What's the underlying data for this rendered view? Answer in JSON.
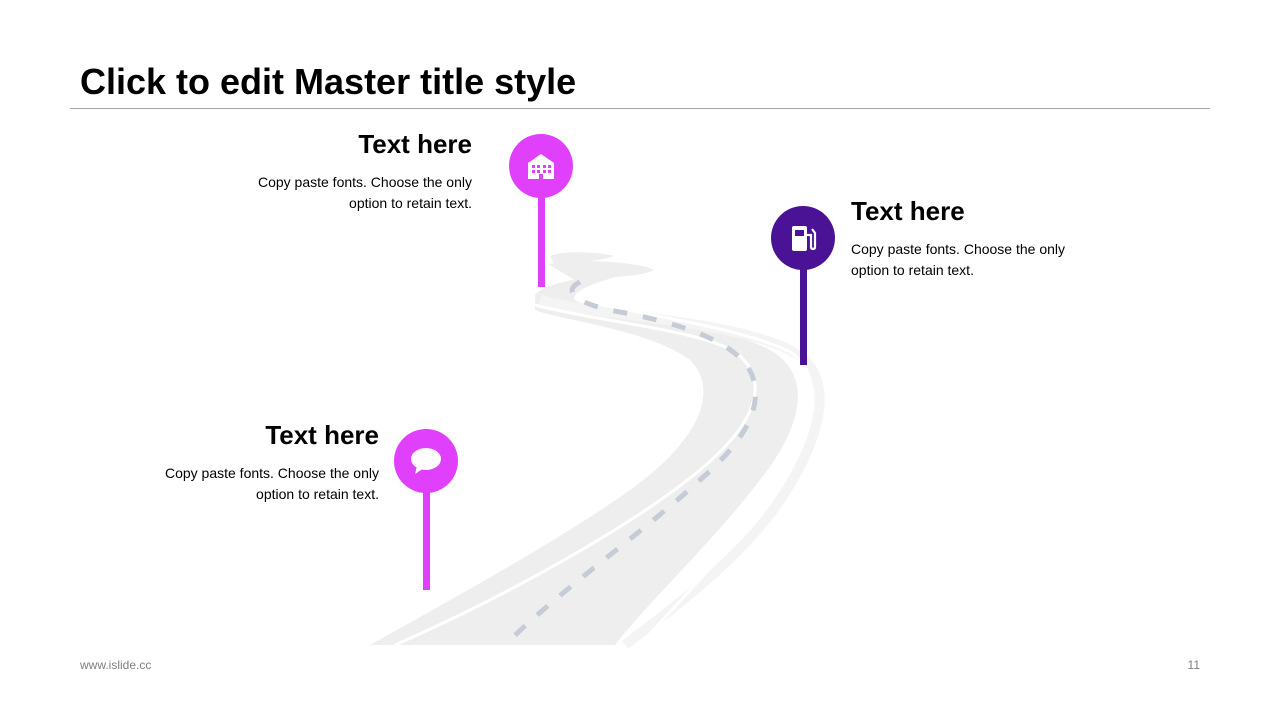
{
  "title": "Click to edit Master title style",
  "items": [
    {
      "heading": "Text here",
      "body": "Copy paste fonts. Choose the only option to retain text.",
      "icon": "building-icon",
      "color": "#e040fb"
    },
    {
      "heading": "Text here",
      "body": "Copy paste fonts. Choose the only option to retain text.",
      "icon": "fuel-pump-icon",
      "color": "#4a1294"
    },
    {
      "heading": "Text here",
      "body": "Copy paste fonts. Choose the only option to retain text.",
      "icon": "chat-bubble-icon",
      "color": "#e040fb"
    }
  ],
  "footer": {
    "url": "www.islide.cc",
    "page": "11"
  }
}
